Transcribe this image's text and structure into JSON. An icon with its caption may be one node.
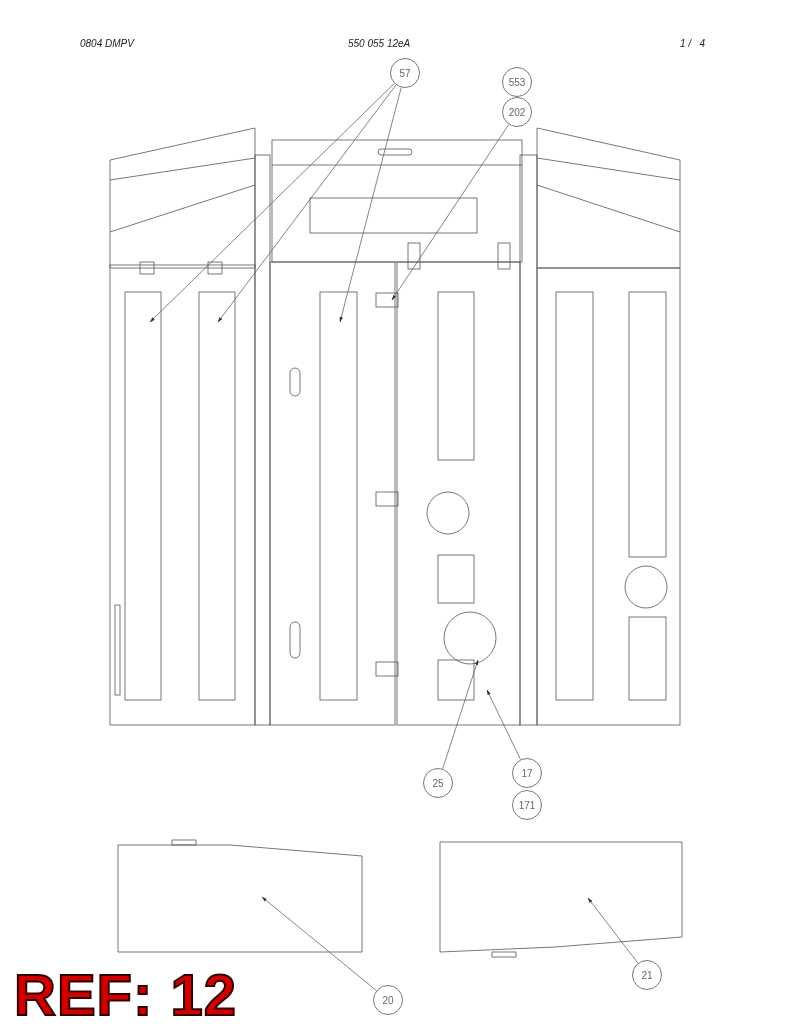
{
  "diagram": {
    "nodes": [
      {
        "text": [
          "57"
        ]
      },
      {
        "text": [
          "553"
        ]
      },
      {
        "text": [
          "202"
        ]
      },
      {
        "text": [
          "25"
        ]
      },
      {
        "text": [
          "17"
        ]
      },
      {
        "text": [
          "171"
        ]
      },
      {
        "text": [
          "20"
        ]
      },
      {
        "text": [
          "21"
        ]
      }
    ],
    "edges": [
      {
        "from": 0,
        "to": null,
        "arrow": "to"
      },
      {
        "from": 0,
        "to": null,
        "arrow": "to"
      },
      {
        "from": 0,
        "to": null,
        "arrow": "to"
      },
      {
        "from": 2,
        "to": null,
        "arrow": "to"
      },
      {
        "from": 3,
        "to": null,
        "arrow": "to"
      },
      {
        "from": 4,
        "to": null,
        "arrow": "to"
      },
      {
        "from": 6,
        "to": null,
        "arrow": "to"
      },
      {
        "from": 7,
        "to": null,
        "arrow": "to"
      }
    ],
    "labels": [
      "0804 DMPV",
      "550 055 12eA",
      "1 /   4",
      "REF: 12"
    ]
  }
}
